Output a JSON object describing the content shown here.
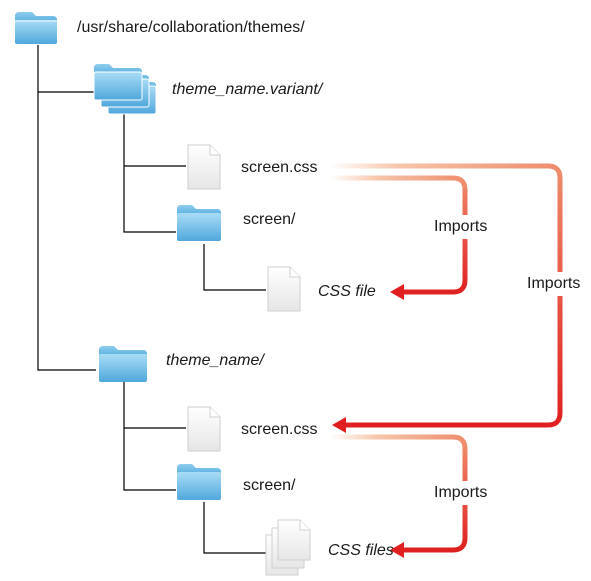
{
  "diagram": {
    "root_path": "/usr/share/collaboration/themes/",
    "variant": {
      "folder": "theme_name.variant/",
      "css": "screen.css",
      "screen_folder": "screen/",
      "css_file": "CSS file",
      "imports_label": "Imports"
    },
    "base": {
      "folder": "theme_name/",
      "css": "screen.css",
      "screen_folder": "screen/",
      "css_files": "CSS files",
      "imports_label": "Imports"
    },
    "cross_imports_label": "Imports"
  },
  "colors": {
    "arrow_start": "#f7c8b0",
    "arrow_end": "#e02020",
    "tree_line": "#000000",
    "folder_fill": "#6fbde8",
    "file_fill": "#f2f2f2"
  },
  "icons": [
    "folder-icon",
    "folder-stack-icon",
    "file-icon",
    "file-stack-icon"
  ]
}
